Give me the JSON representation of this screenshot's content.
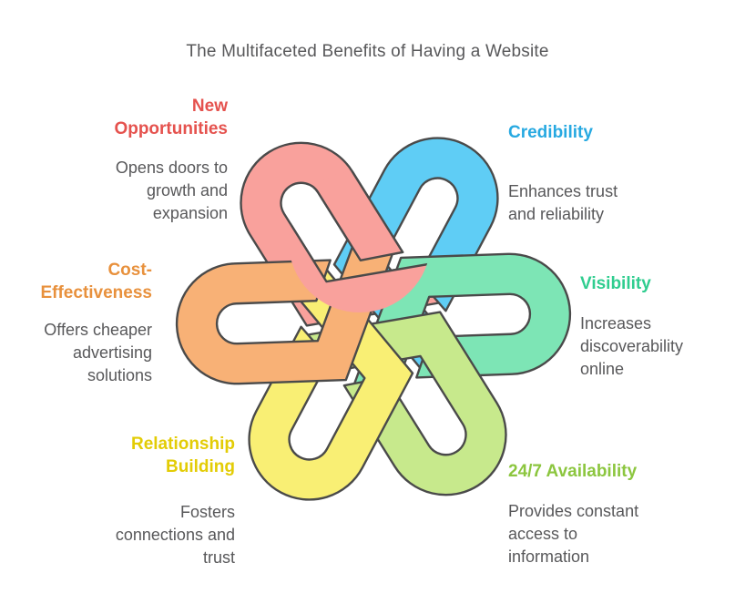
{
  "title": "The Multifaceted Benefits of Having a Website",
  "figure": {
    "outline_color": "#4a4a4a",
    "background_color": "#ffffff",
    "shape": "six interwoven loop knot"
  },
  "benefits": [
    {
      "name": "new-opportunities",
      "heading": "New\nOpportunities",
      "description": "Opens doors to\ngrowth and\nexpansion",
      "heading_color": "#e5524e",
      "band_color": "#f9a19c"
    },
    {
      "name": "credibility",
      "heading": "Credibility",
      "description": "Enhances trust\nand reliability",
      "heading_color": "#27a9e1",
      "band_color": "#5fcdf5"
    },
    {
      "name": "visibility",
      "heading": "Visibility",
      "description": "Increases\ndiscoverability\nonline",
      "heading_color": "#2fcd8f",
      "band_color": "#7de5b5"
    },
    {
      "name": "availability-24-7",
      "heading": "24/7 Availability",
      "description": "Provides constant\naccess to\ninformation",
      "heading_color": "#8cc63f",
      "band_color": "#c7e98c"
    },
    {
      "name": "relationship-building",
      "heading": "Relationship\nBuilding",
      "description": "Fosters\nconnections and\ntrust",
      "heading_color": "#e3cc05",
      "band_color": "#f9ef74"
    },
    {
      "name": "cost-effectiveness",
      "heading": "Cost-\nEffectiveness",
      "description": "Offers cheaper\nadvertising\nsolutions",
      "heading_color": "#e8913d",
      "band_color": "#f8b176"
    }
  ]
}
